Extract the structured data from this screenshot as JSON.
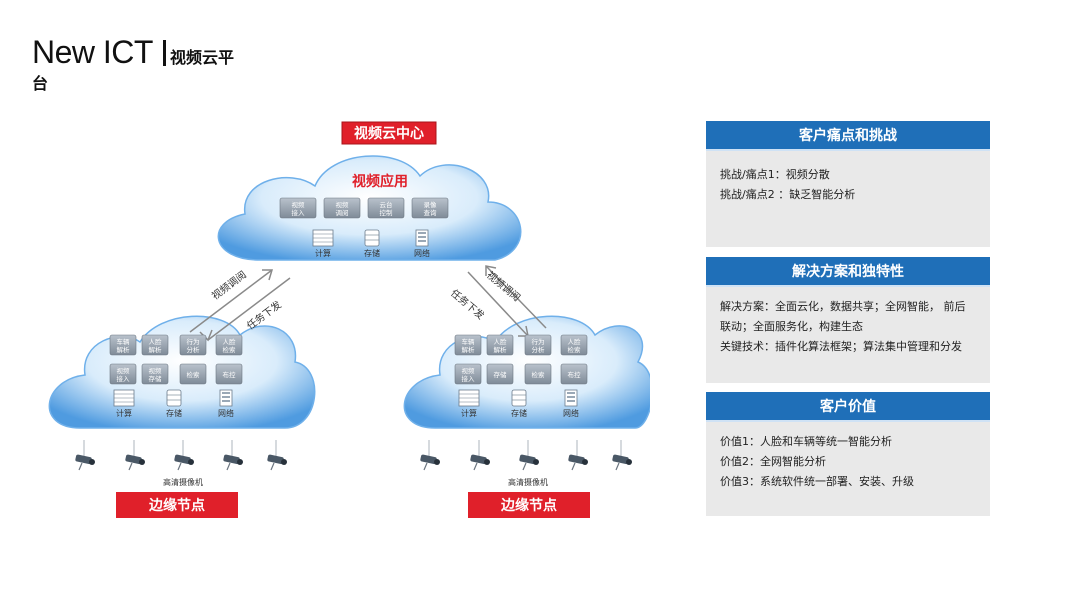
{
  "header": {
    "title": "New ICT",
    "subtitle": "视频云平",
    "subtitle_wrap": "台"
  },
  "diagram": {
    "center_label": "视频云中心",
    "cloud_app_label": "视频应用",
    "cloud_modules": [
      "视频\n接入",
      "视频\n调阅",
      "云台\n控制",
      "录像\n查询"
    ],
    "cloud_infra": [
      "计算",
      "存储",
      "网络"
    ],
    "left_arrow_up": "视频调阅",
    "left_arrow_down": "任务下发",
    "right_arrow_down": "任务下发",
    "right_arrow_up": "视频调阅",
    "edge_modules_row1": [
      "车辆\n解析",
      "人脸\n解析",
      "行为\n分析",
      "人脸\n检索"
    ],
    "edge_modules_row2": [
      "视频\n接入",
      "视频\n存储",
      "检索",
      "布控"
    ],
    "edge_modules_row2_right": [
      "视频\n接入",
      "存储",
      "检索",
      "布控"
    ],
    "edge_infra": [
      "计算",
      "存储",
      "网络"
    ],
    "camera_label": "高清摄像机",
    "edge_label": "边缘节点"
  },
  "panels": [
    {
      "title": "客户痛点和挑战",
      "lines": [
        "挑战/痛点1：视频分散",
        "挑战/痛点2 ：缺乏智能分析"
      ]
    },
    {
      "title": "解决方案和独特性",
      "lines": [
        "解决方案：全面云化，数据共享；全网智能，  前后联动；全面服务化，构建生态",
        "关键技术：插件化算法框架；算法集中管理和分发"
      ]
    },
    {
      "title": "客户价值",
      "lines": [
        "价值1：人脸和车辆等统一智能分析",
        "价值2：全网智能分析",
        "价值3：系统软件统一部署、安装、升级"
      ]
    }
  ],
  "colors": {
    "panel_header": "#1f6fb8",
    "panel_body": "#e9e9e9",
    "label_red": "#e0202a",
    "cloud_light": "#eaf4fd",
    "cloud_dark": "#5aa6e6"
  }
}
